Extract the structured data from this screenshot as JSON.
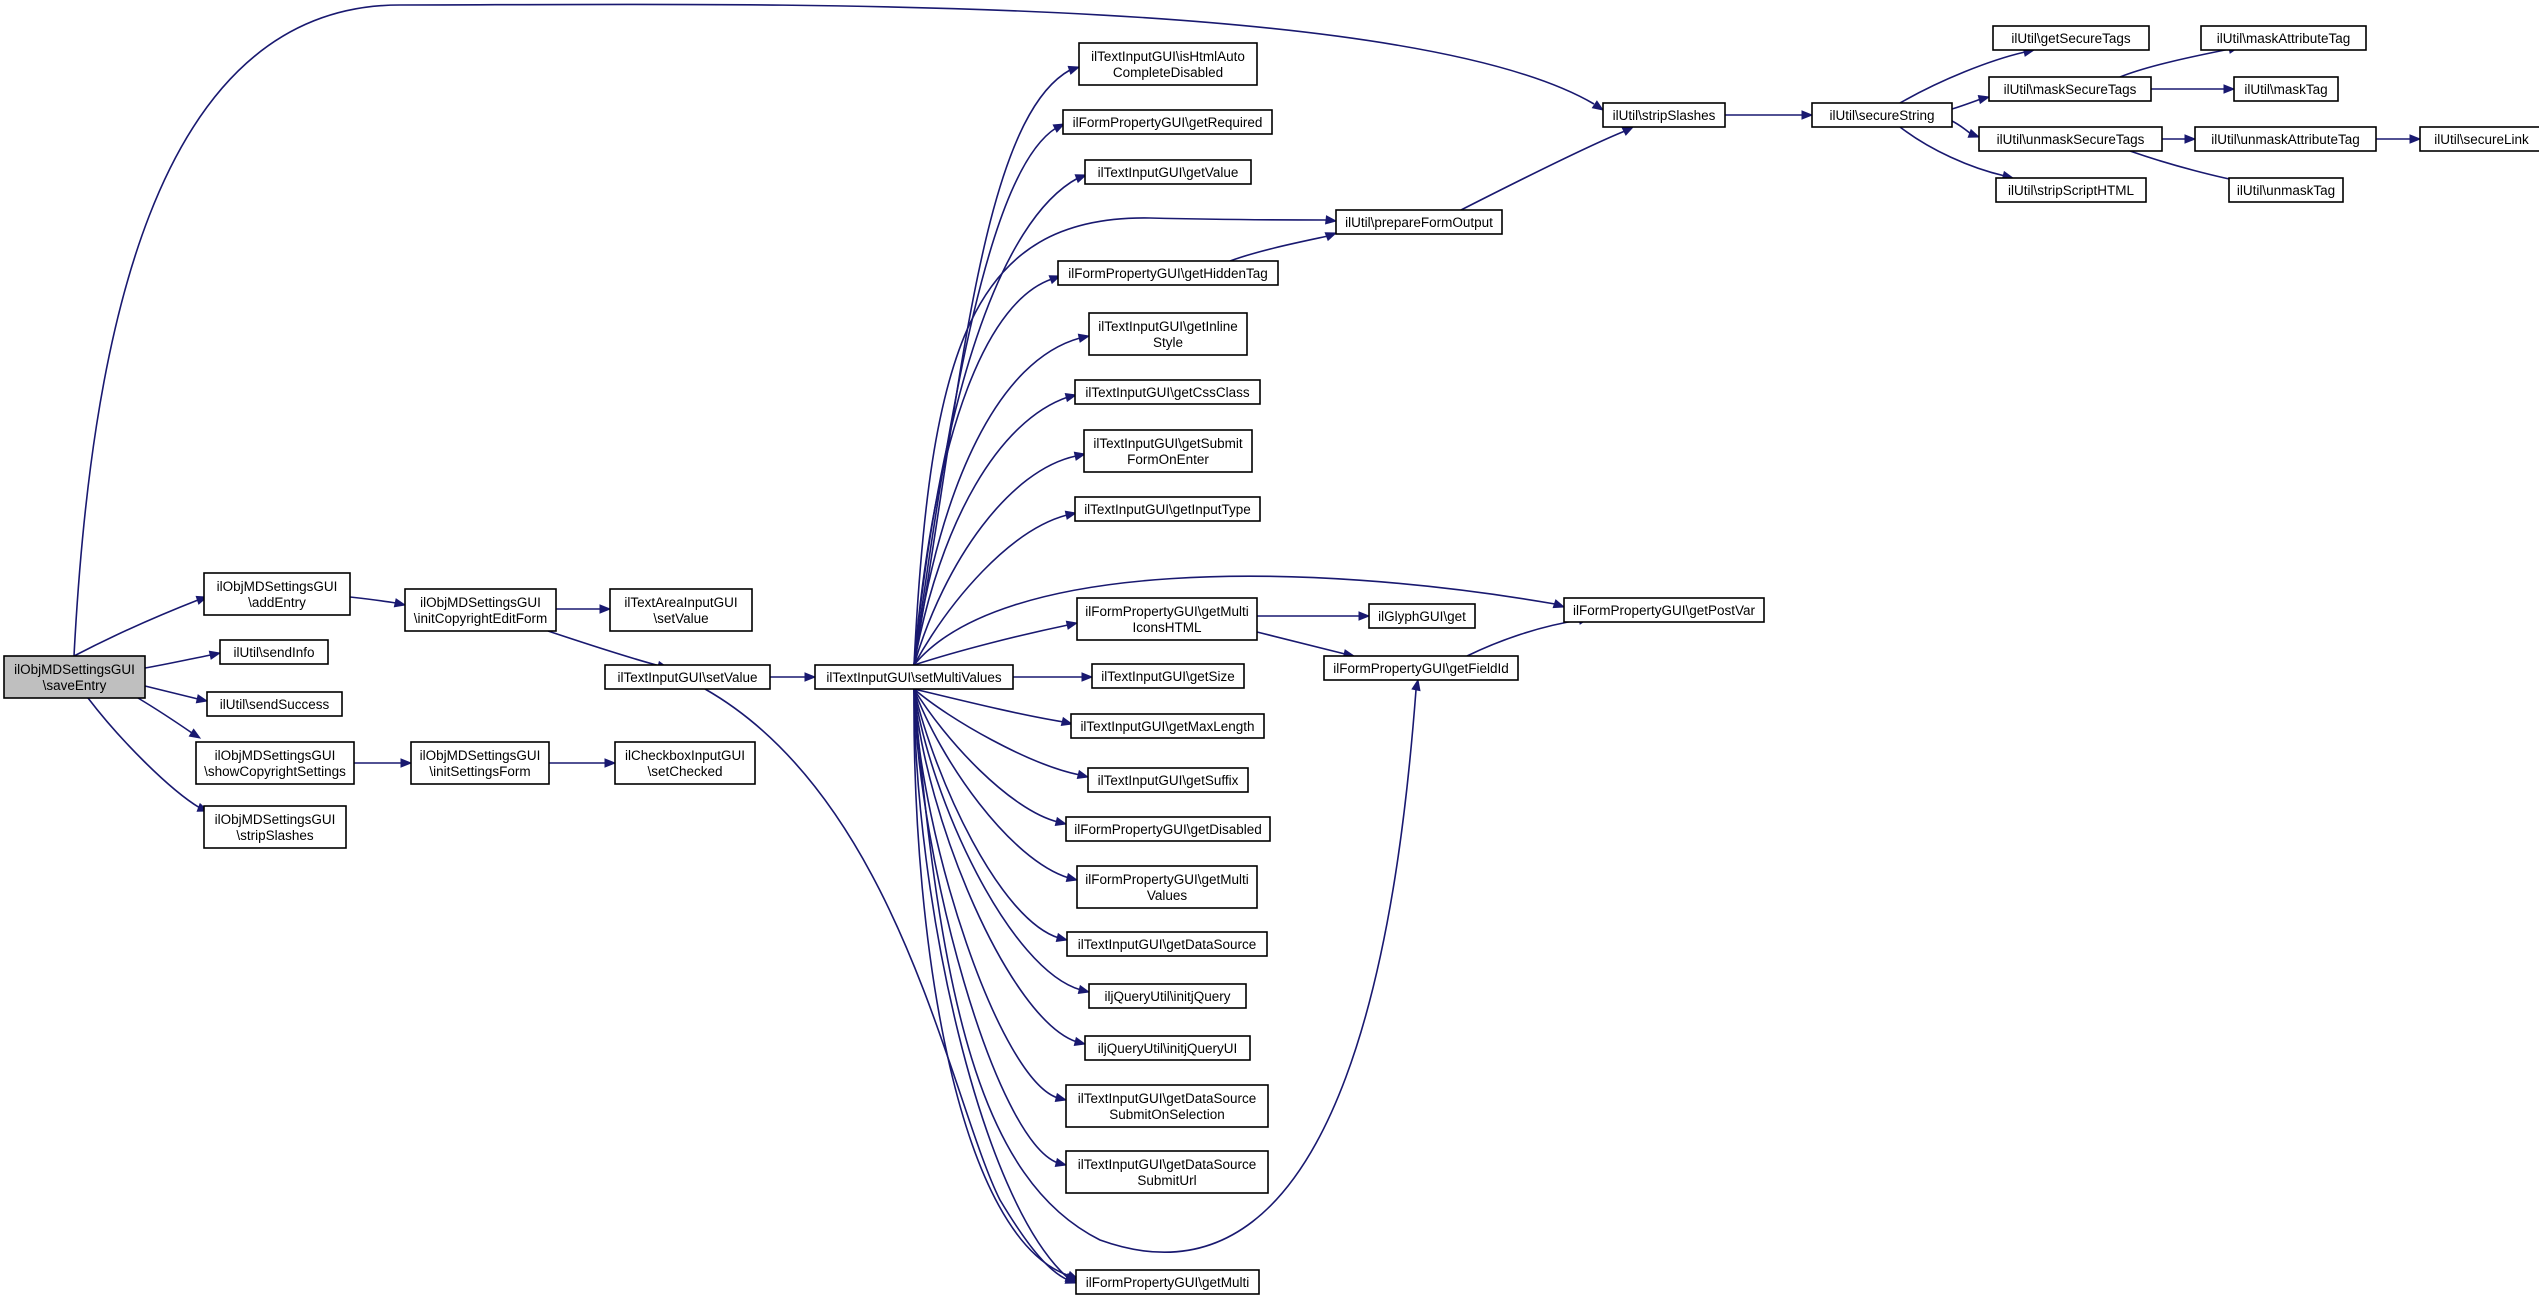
{
  "colors": {
    "edge": "#191970",
    "node_border": "#000000",
    "node_fill": "#ffffff",
    "root_fill": "#bfbfbf"
  },
  "nodes": {
    "n_saveEntry": [
      "ilObjMDSettingsGUI",
      "\\saveEntry"
    ],
    "n_addEntry": [
      "ilObjMDSettingsGUI",
      "\\addEntry"
    ],
    "n_sendInfo": [
      "ilUtil\\sendInfo"
    ],
    "n_sendSuccess": [
      "ilUtil\\sendSuccess"
    ],
    "n_showCopyright": [
      "ilObjMDSettingsGUI",
      "\\showCopyrightSettings"
    ],
    "n_stripSlashesGUI": [
      "ilObjMDSettingsGUI",
      "\\stripSlashes"
    ],
    "n_initCopyright": [
      "ilObjMDSettingsGUI",
      "\\initCopyrightEditForm"
    ],
    "n_initSettings": [
      "ilObjMDSettingsGUI",
      "\\initSettingsForm"
    ],
    "n_textAreaSetValue": [
      "ilTextAreaInputGUI",
      "\\setValue"
    ],
    "n_textSetValue": [
      "ilTextInputGUI\\setValue"
    ],
    "n_checkboxSetChecked": [
      "ilCheckboxInputGUI",
      "\\setChecked"
    ],
    "n_setMultiValues": [
      "ilTextInputGUI\\setMultiValues"
    ],
    "n_isHtmlAuto": [
      "ilTextInputGUI\\isHtmlAuto",
      "CompleteDisabled"
    ],
    "n_getRequired": [
      "ilFormPropertyGUI\\getRequired"
    ],
    "n_getValue": [
      "ilTextInputGUI\\getValue"
    ],
    "n_getHiddenTag": [
      "ilFormPropertyGUI\\getHiddenTag"
    ],
    "n_getInlineStyle": [
      "ilTextInputGUI\\getInline",
      "Style"
    ],
    "n_getCssClass": [
      "ilTextInputGUI\\getCssClass"
    ],
    "n_getSubmitFormOnEnter": [
      "ilTextInputGUI\\getSubmit",
      "FormOnEnter"
    ],
    "n_getInputType": [
      "ilTextInputGUI\\getInputType"
    ],
    "n_getMultiIconsHTML": [
      "ilFormPropertyGUI\\getMulti",
      "IconsHTML"
    ],
    "n_getSize": [
      "ilTextInputGUI\\getSize"
    ],
    "n_getMaxLength": [
      "ilTextInputGUI\\getMaxLength"
    ],
    "n_getSuffix": [
      "ilTextInputGUI\\getSuffix"
    ],
    "n_getDisabled": [
      "ilFormPropertyGUI\\getDisabled"
    ],
    "n_getMultiValues": [
      "ilFormPropertyGUI\\getMulti",
      "Values"
    ],
    "n_getDataSource": [
      "ilTextInputGUI\\getDataSource"
    ],
    "n_initjQuery": [
      "iljQueryUtil\\initjQuery"
    ],
    "n_initjQueryUI": [
      "iljQueryUtil\\initjQueryUI"
    ],
    "n_getDataSourceSubmitOnSel": [
      "ilTextInputGUI\\getDataSource",
      "SubmitOnSelection"
    ],
    "n_getDataSourceSubmitUrl": [
      "ilTextInputGUI\\getDataSource",
      "SubmitUrl"
    ],
    "n_getMulti": [
      "ilFormPropertyGUI\\getMulti"
    ],
    "n_prepareFormOutput": [
      "ilUtil\\prepareFormOutput"
    ],
    "n_glyphGet": [
      "ilGlyphGUI\\get"
    ],
    "n_getFieldId": [
      "ilFormPropertyGUI\\getFieldId"
    ],
    "n_getPostVar": [
      "ilFormPropertyGUI\\getPostVar"
    ],
    "n_stripSlashes": [
      "ilUtil\\stripSlashes"
    ],
    "n_secureString": [
      "ilUtil\\secureString"
    ],
    "n_getSecureTags": [
      "ilUtil\\getSecureTags"
    ],
    "n_maskSecureTags": [
      "ilUtil\\maskSecureTags"
    ],
    "n_unmaskSecureTags": [
      "ilUtil\\unmaskSecureTags"
    ],
    "n_stripScriptHTML": [
      "ilUtil\\stripScriptHTML"
    ],
    "n_maskAttributeTag": [
      "ilUtil\\maskAttributeTag"
    ],
    "n_maskTag": [
      "ilUtil\\maskTag"
    ],
    "n_unmaskAttributeTag": [
      "ilUtil\\unmaskAttributeTag"
    ],
    "n_unmaskTag": [
      "ilUtil\\unmaskTag"
    ],
    "n_secureLink": [
      "ilUtil\\secureLink"
    ]
  }
}
